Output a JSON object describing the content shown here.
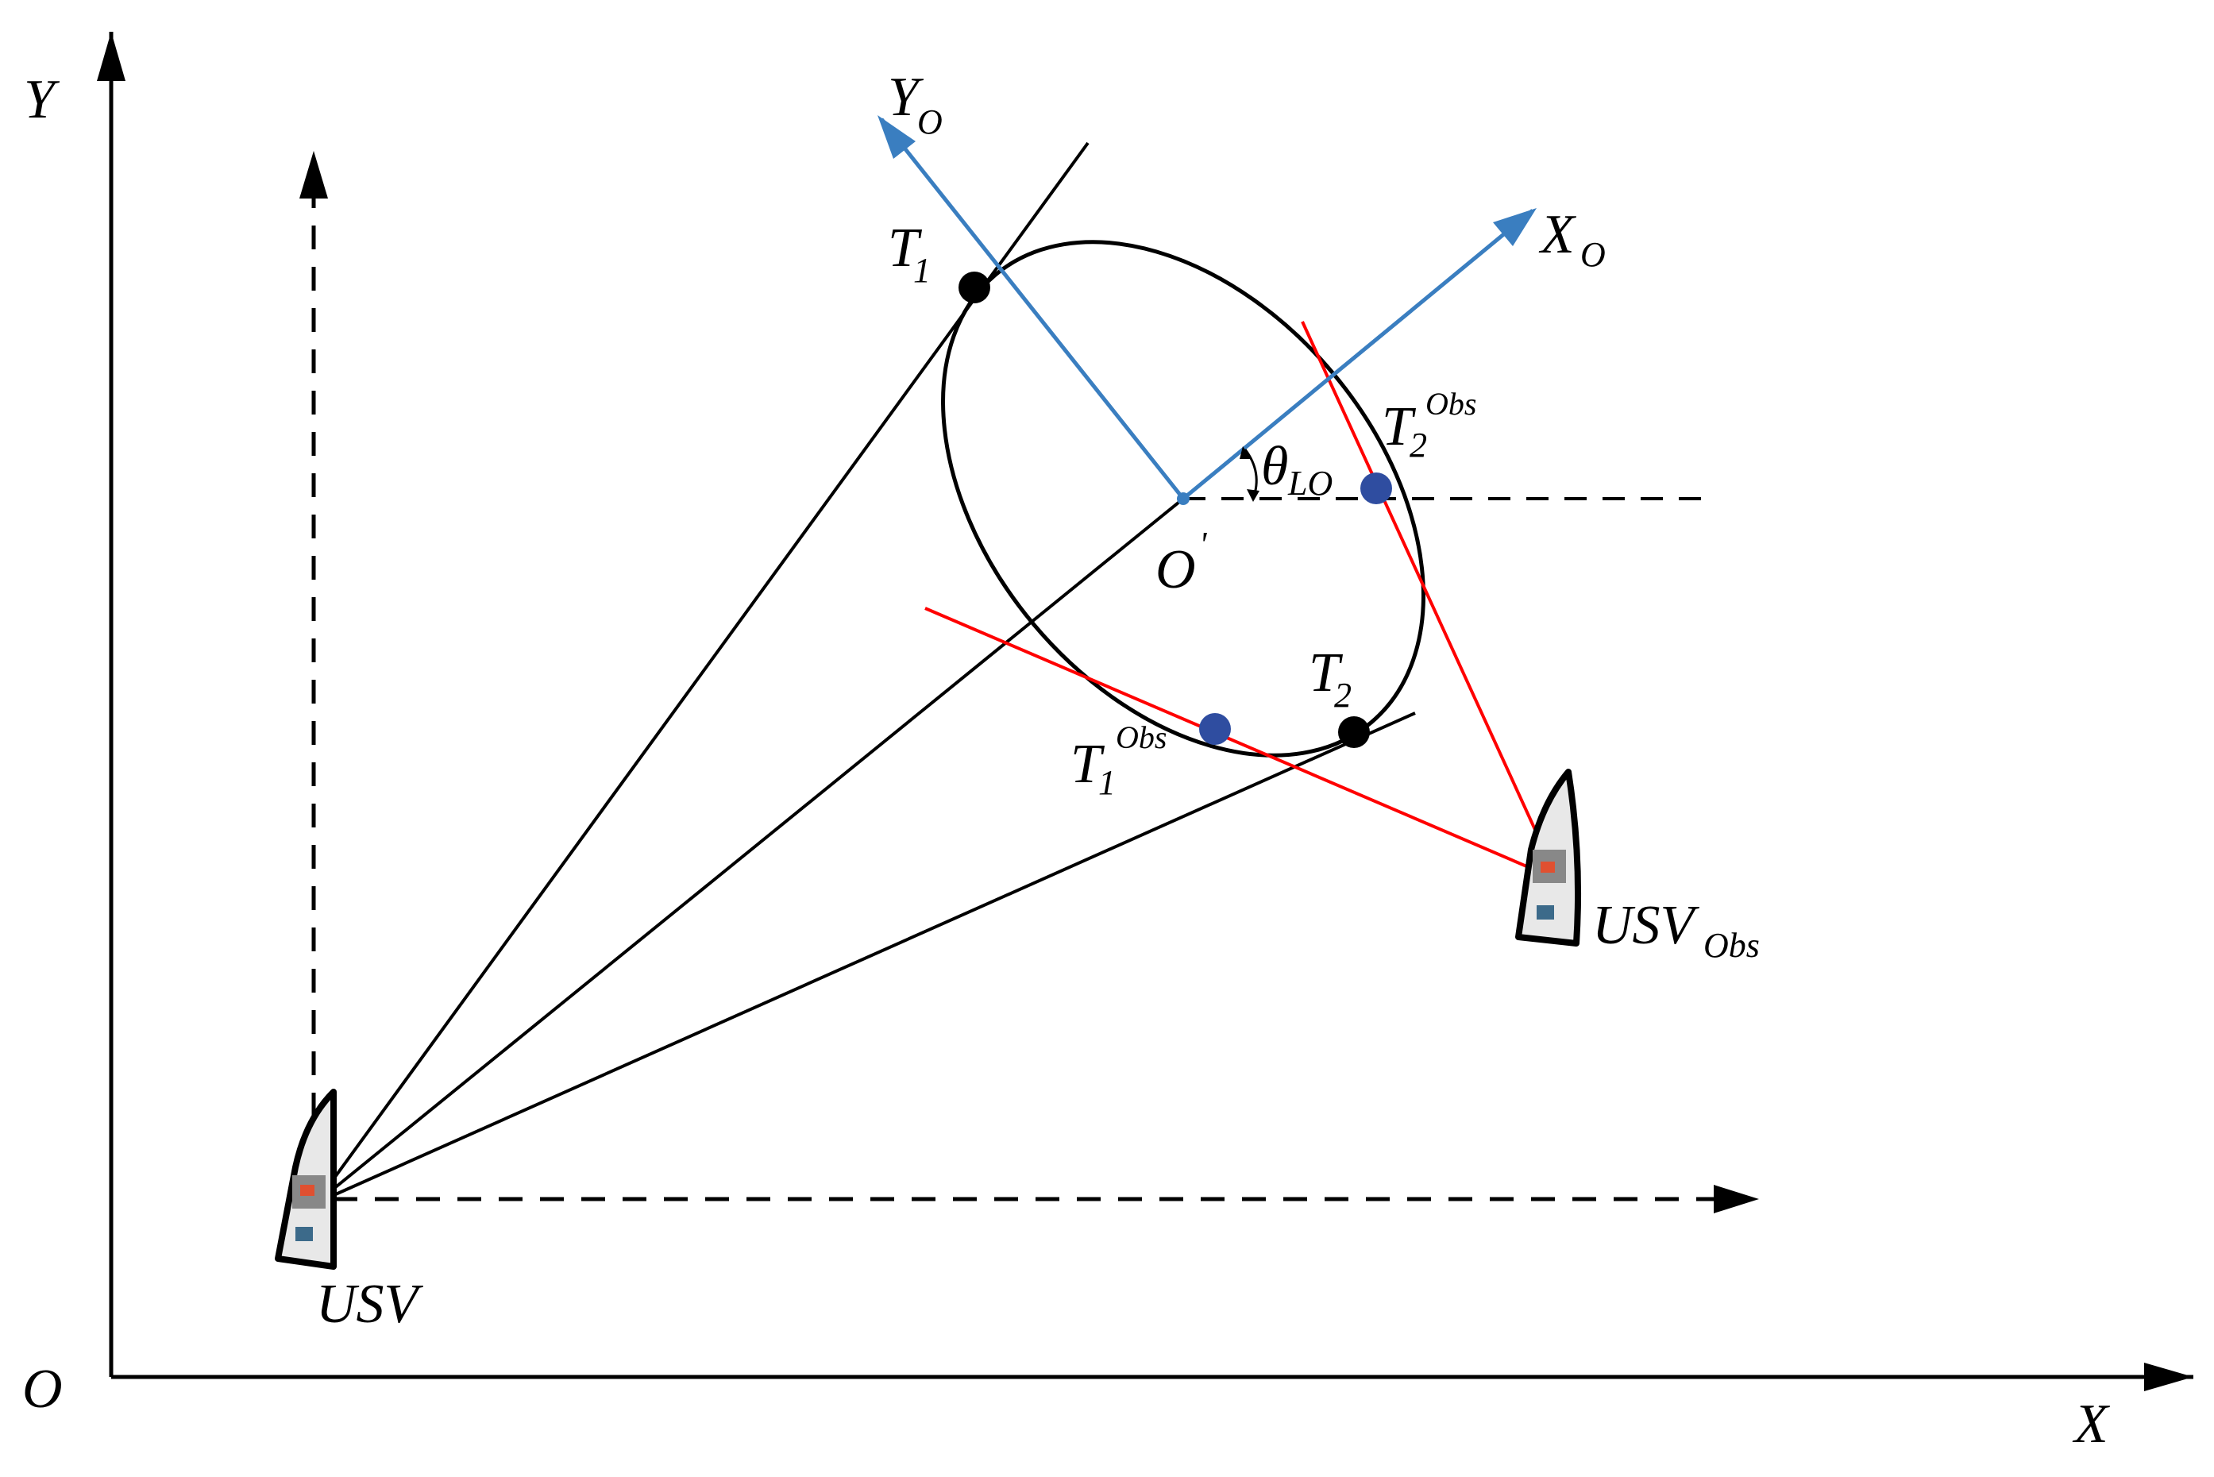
{
  "labels": {
    "origin": "O",
    "x_axis": "X",
    "y_axis": "Y",
    "usv": "USV",
    "usv_obs_main": "USV",
    "usv_obs_sub": "Obs",
    "xo_main": "X",
    "xo_sub": "O",
    "yo_main": "Y",
    "yo_sub": "O",
    "center_main": "O",
    "center_prime": "'",
    "theta_main": "θ",
    "theta_sub": "LO",
    "t1_main": "T",
    "t1_sub": "1",
    "t2_main": "T",
    "t2_sub": "2",
    "t1obs_main": "T",
    "t1obs_sub": "1",
    "t1obs_sup": "Obs",
    "t2obs_main": "T",
    "t2obs_sub": "2",
    "t2obs_sup": "Obs"
  },
  "colors": {
    "axis": "#000000",
    "local_axes": "#3a7ec0",
    "obs_lines": "#ff0000",
    "tangent_points": "#000000",
    "obs_points": "#2f4da0"
  },
  "icons": {
    "usv": "boat-icon",
    "usv_obs": "boat-icon"
  }
}
